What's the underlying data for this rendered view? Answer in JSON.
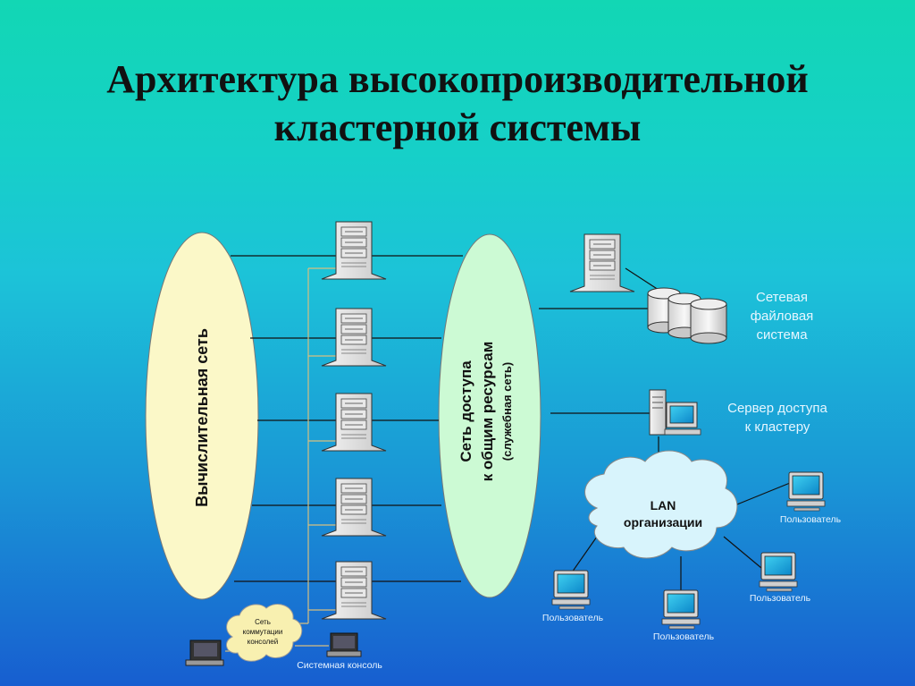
{
  "title": {
    "line1": "Архитектура высокопроизводительной",
    "line2": "кластерной системы"
  },
  "compute_network": {
    "label": "Вычислительная сеть"
  },
  "access_network": {
    "line1": "Сеть доступа",
    "line2": "к общим ресурсам",
    "line3": "(служебная сеть)"
  },
  "nfs": {
    "line1": "Сетевая",
    "line2": "файловая",
    "line3": "система"
  },
  "access_server": {
    "line1": "Сервер доступа",
    "line2": "к кластеру"
  },
  "lan": {
    "line1": "LAN",
    "line2": "организации"
  },
  "console_network": {
    "line1": "Сеть",
    "line2": "коммутации",
    "line3": "консолей"
  },
  "system_console": {
    "label": "Системная консоль"
  },
  "users": [
    {
      "label": "Пользователь"
    },
    {
      "label": "Пользователь"
    },
    {
      "label": "Пользователь"
    },
    {
      "label": "Пользователь"
    }
  ],
  "compute_nodes": [
    {
      "icon": "server-tower-icon"
    },
    {
      "icon": "server-tower-icon"
    },
    {
      "icon": "server-tower-icon"
    },
    {
      "icon": "server-tower-icon"
    },
    {
      "icon": "server-tower-icon"
    }
  ],
  "colors": {
    "compute_ellipse": "#fbf8c8",
    "access_ellipse": "#ccfad4",
    "cloud": "#d8f4fc",
    "line": "#111111",
    "console_line": "#d6bf80"
  }
}
